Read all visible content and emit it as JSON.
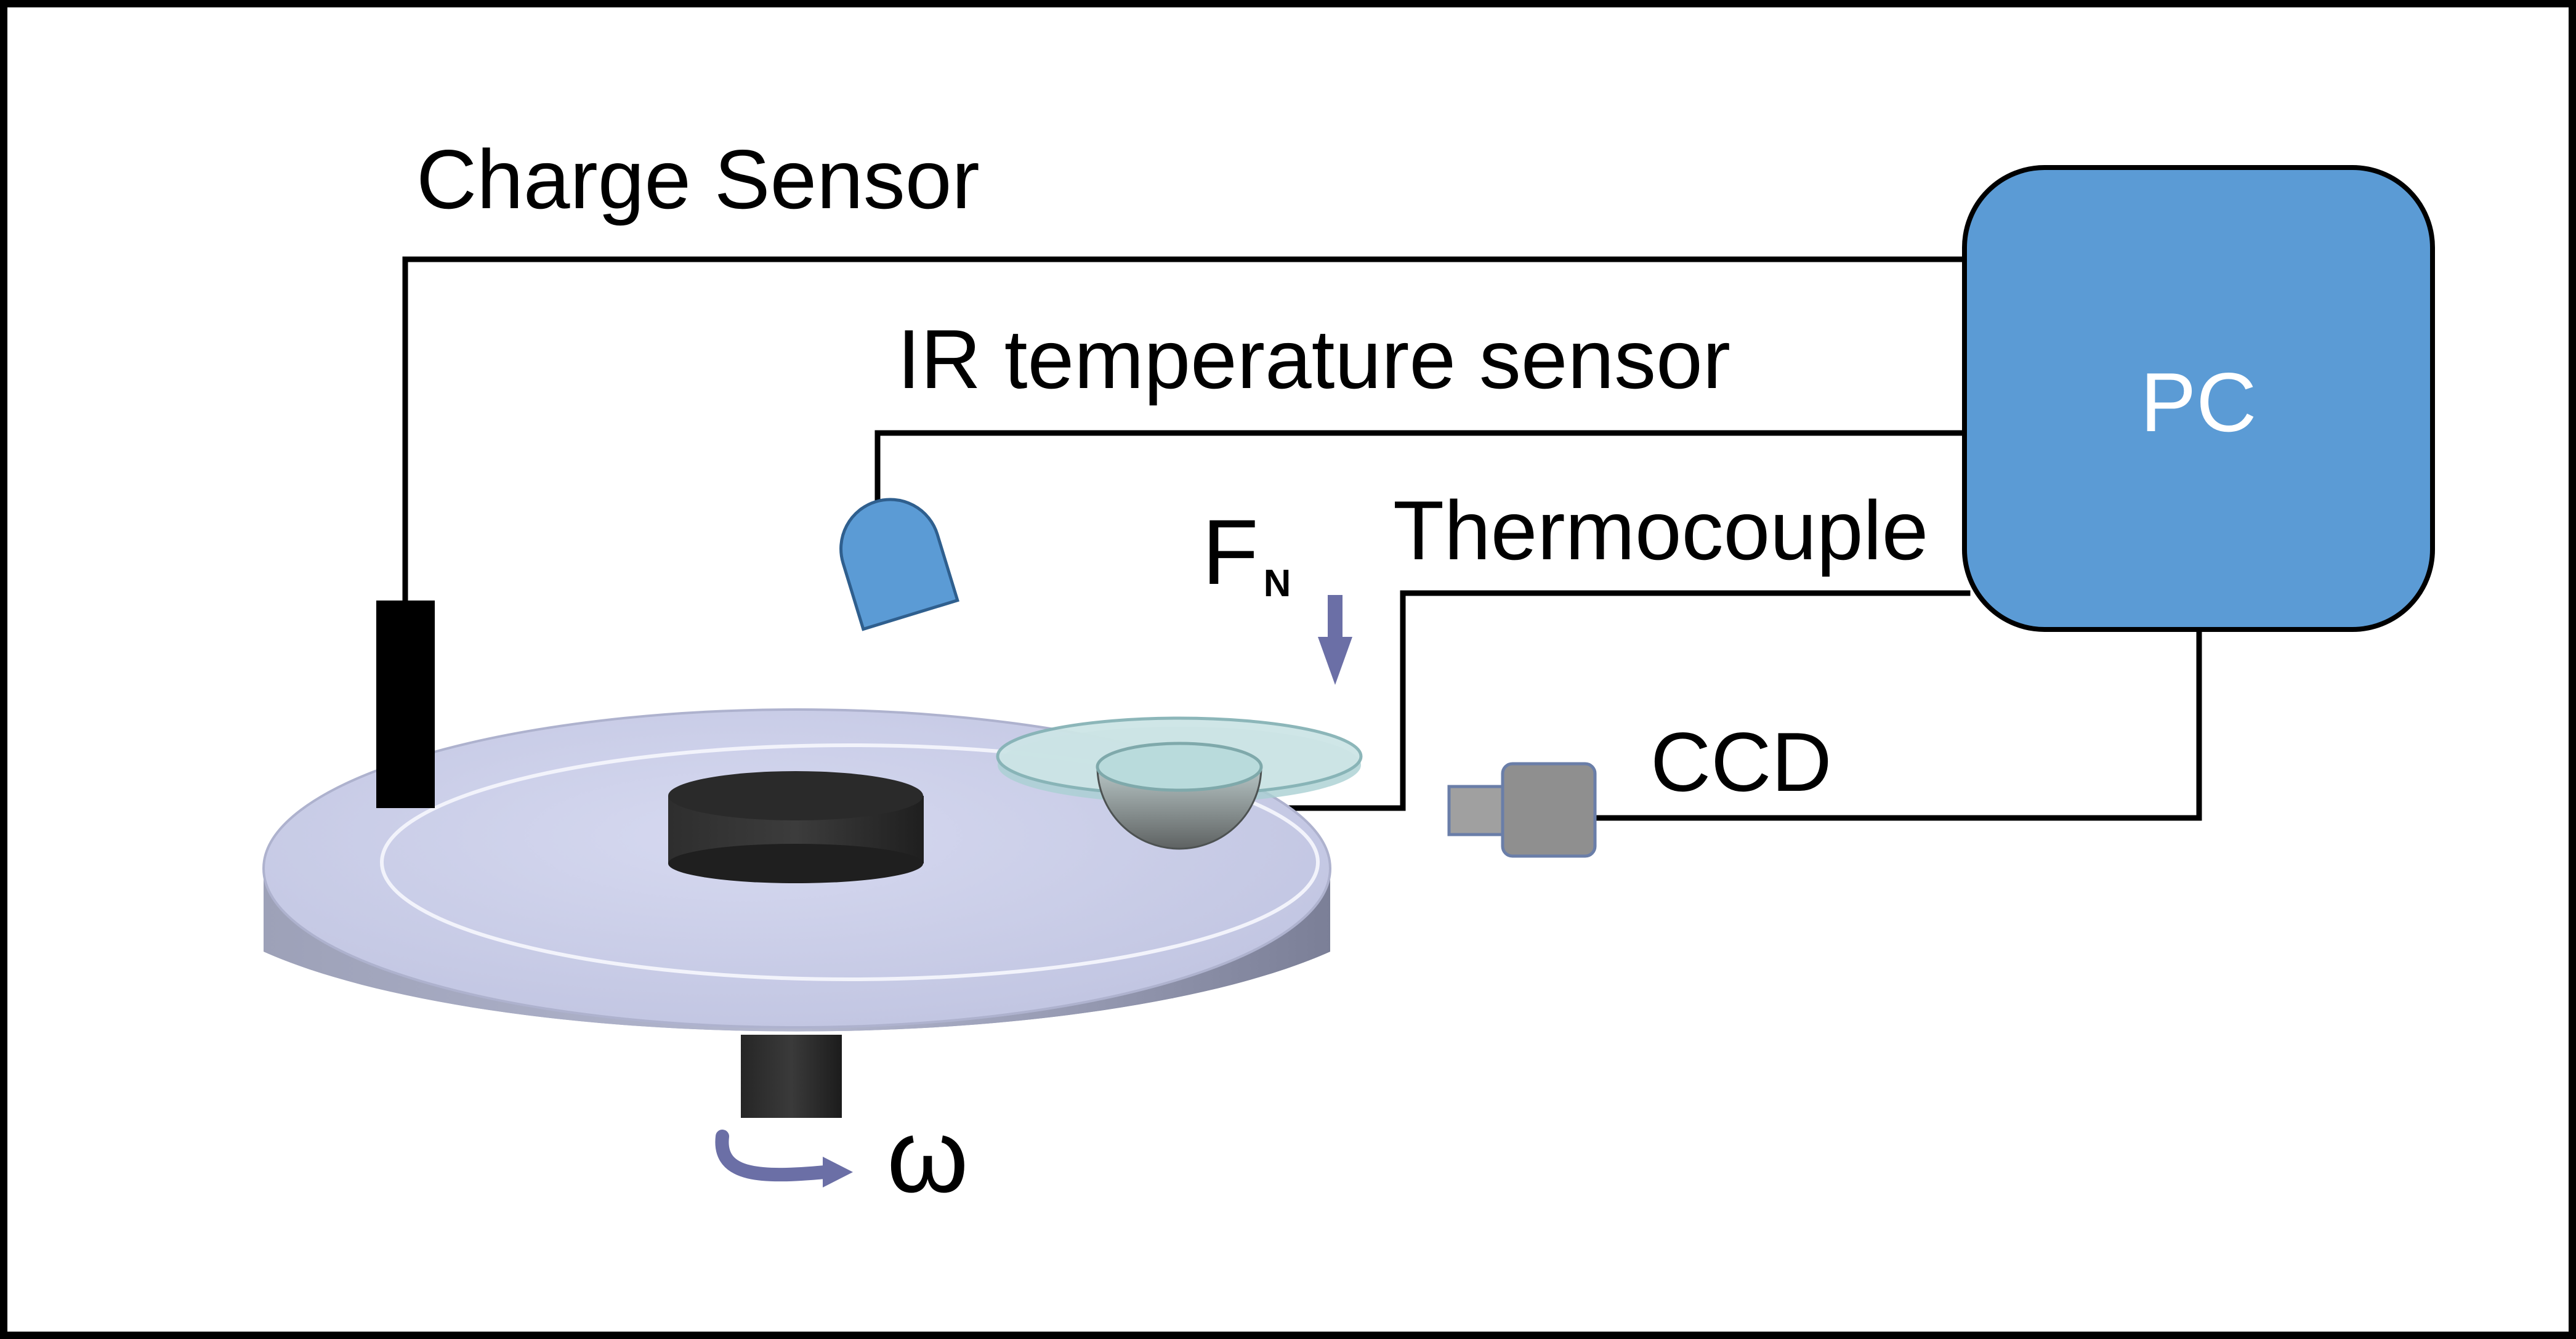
{
  "labels": {
    "charge_sensor": "Charge Sensor",
    "ir_sensor": "IR temperature sensor",
    "thermocouple": "Thermocouple",
    "ccd": "CCD",
    "pc": "PC",
    "force_main": "F",
    "force_sub": "N",
    "omega": "ω"
  },
  "colors": {
    "pc_fill": "#5b9bd5",
    "pc_stroke": "#000000",
    "ir_fill": "#5b9bd5",
    "disk_top": "#c9cde9",
    "disk_side": "#8c90a8",
    "ccd_fill": "#8f8f8f",
    "arrow": "#6b6fa6",
    "wire": "#000000"
  },
  "icons": {
    "ir_sensor": "ir-sensor-icon",
    "ccd_camera": "ccd-camera-icon",
    "force_arrow": "down-arrow-icon",
    "rotation_arrow": "rotation-arrow-icon"
  }
}
